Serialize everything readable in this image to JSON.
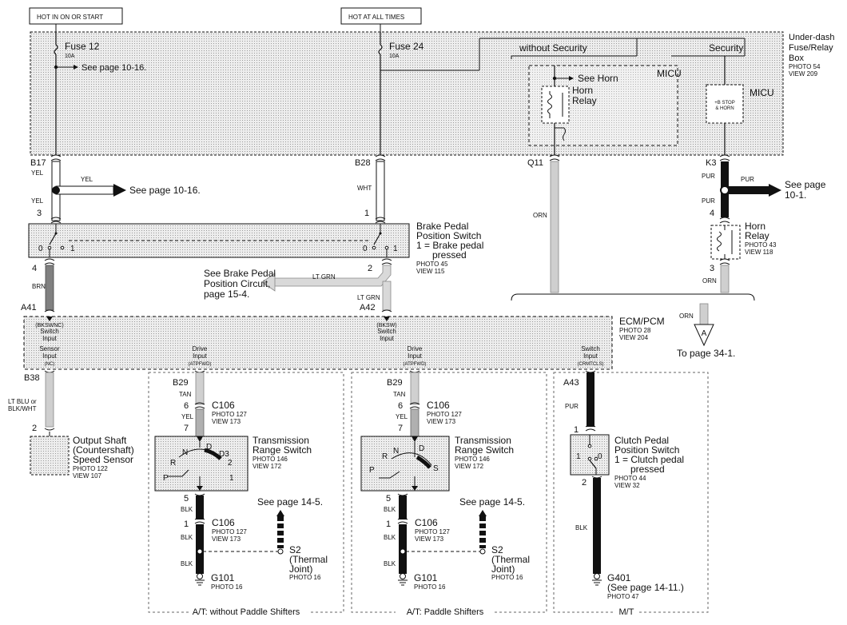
{
  "header": {
    "hot_run_start": "HOT IN ON OR START",
    "hot_all_times": "HOT AT ALL TIMES"
  },
  "fuse_box": {
    "name_1": "Under-dash",
    "name_2": "Fuse/Relay",
    "name_3": "Box",
    "photo": "PHOTO 54",
    "view": "VIEW 209",
    "fuse12": "Fuse 12",
    "fuse12_amp": "10A",
    "fuse12_ref": "See page 10-16.",
    "fuse24": "Fuse 24",
    "fuse24_amp": "10A",
    "without_security": "without Security",
    "security": "Security",
    "micu_left": "MICU",
    "micu_right": "MICU",
    "see_horn": "See Horn",
    "horn_relay_1": "Horn",
    "horn_relay_2": "Relay",
    "bstop_1": "+B STOP",
    "bstop_2": "& HORN"
  },
  "connectors": {
    "b17": "B17",
    "b28": "B28",
    "q11": "Q11",
    "k3": "K3",
    "a41": "A41",
    "a42": "A42",
    "b38": "B38",
    "a43": "A43",
    "b29_left": "B29",
    "b29_mid": "B29"
  },
  "wires": {
    "yel_top": "YEL",
    "yel_branch": "YEL",
    "yel_bottom": "YEL",
    "yel_ref": "See page 10-16.",
    "wht": "WHT",
    "orn_q11": "ORN",
    "pur_top": "PUR",
    "pur_branch": "PUR",
    "pur_bottom": "PUR",
    "pur_ref_1": "See page",
    "pur_ref_2": "10-1.",
    "orn_k3": "ORN",
    "brn": "BRN",
    "lt_grn_branch": "LT GRN",
    "lt_grn_down": "LT GRN",
    "lt_blu_1": "LT BLU or",
    "lt_blu_2": "BLK/WHT",
    "orn_out": "ORN",
    "tan_left": "TAN",
    "tan_mid": "TAN",
    "yel_left": "YEL",
    "yel_mid": "YEL",
    "blk_left_1": "BLK",
    "blk_left_2": "BLK",
    "blk_left_3": "BLK",
    "blk_mid_1": "BLK",
    "blk_mid_2": "BLK",
    "blk_mid_3": "BLK",
    "pur_mt": "PUR",
    "blk_mt": "BLK"
  },
  "brake_switch": {
    "name_1": "Brake Pedal",
    "name_2": "Position Switch",
    "name_3": "1 = Brake pedal",
    "name_4": "pressed",
    "photo": "PHOTO 45",
    "view": "VIEW 115",
    "pin_left_top": "3",
    "pin_right_top": "1",
    "pin_left_bottom": "4",
    "pin_right_bottom": "2",
    "left_0": "0",
    "left_1": "1",
    "right_0": "0",
    "right_1": "1"
  },
  "brake_ref": {
    "line_1": "See Brake Pedal",
    "line_2": "Position Circuit,",
    "line_3": "page 15-4."
  },
  "horn_relay": {
    "pin_top": "4",
    "pin_bottom": "3",
    "name_1": "Horn",
    "name_2": "Relay",
    "photo": "PHOTO 43",
    "view": "VIEW 118"
  },
  "ecm": {
    "name": "ECM/PCM",
    "photo": "PHOTO 28",
    "view": "VIEW 204",
    "bkswnc_1": "(BKSWNC)",
    "bkswnc_2": "Switch",
    "bkswnc_3": "Input",
    "bksw_1": "(BKSW)",
    "bksw_2": "Switch",
    "bksw_3": "Input",
    "sensor_1": "Sensor",
    "sensor_2": "Input",
    "sensor_3": "(NC)",
    "drive_l_1": "Drive",
    "drive_l_2": "Input",
    "drive_l_3": "(ATPFWD)",
    "drive_m_1": "Drive",
    "drive_m_2": "Input",
    "drive_m_3": "(ATPFWD)",
    "switch_1": "Switch",
    "switch_2": "Input",
    "switch_3": "(CRMTCLS)"
  },
  "offpage": {
    "symbol": "A",
    "ref": "To page 34-1."
  },
  "speed_sensor": {
    "pin": "2",
    "name_1": "Output Shaft",
    "name_2": "(Countershaft)",
    "name_3": "Speed Sensor",
    "photo": "PHOTO 122",
    "view": "VIEW 107"
  },
  "at_left": {
    "pin6": "6",
    "pin7": "7",
    "pin5": "5",
    "pin1": "1",
    "c106_top": "C106",
    "c106_top_photo": "PHOTO 127",
    "c106_top_view": "VIEW 173",
    "trs_1": "Transmission",
    "trs_2": "Range Switch",
    "trs_photo": "PHOTO 146",
    "trs_view": "VIEW 172",
    "pos_n": "N",
    "pos_d": "D",
    "pos_d3": "D3",
    "pos_r": "R",
    "pos_2": "2",
    "pos_p": "P",
    "pos_1": "1",
    "c106_bot": "C106",
    "c106_bot_photo": "PHOTO 127",
    "c106_bot_view": "VIEW 173",
    "see_page": "See page 14-5.",
    "s2_1": "S2",
    "s2_2": "(Thermal",
    "s2_3": "Joint)",
    "s2_photo": "PHOTO 16",
    "g101": "G101",
    "g101_photo": "PHOTO 16",
    "caption": "A/T: without Paddle Shifters"
  },
  "at_mid": {
    "pin6": "6",
    "pin7": "7",
    "pin5": "5",
    "pin1": "1",
    "c106_top": "C106",
    "c106_top_photo": "PHOTO 127",
    "c106_top_view": "VIEW 173",
    "trs_1": "Transmission",
    "trs_2": "Range Switch",
    "trs_photo": "PHOTO 146",
    "trs_view": "VIEW 172",
    "pos_r": "R",
    "pos_n": "N",
    "pos_d": "D",
    "pos_p": "P",
    "pos_s": "S",
    "c106_bot": "C106",
    "c106_bot_photo": "PHOTO 127",
    "c106_bot_view": "VIEW 173",
    "see_page": "See page 14-5.",
    "s2_1": "S2",
    "s2_2": "(Thermal",
    "s2_3": "Joint)",
    "s2_photo": "PHOTO 16",
    "g101": "G101",
    "g101_photo": "PHOTO 16",
    "caption": "A/T: Paddle Shifters"
  },
  "mt": {
    "pin1": "1",
    "pin2": "2",
    "name_1": "Clutch Pedal",
    "name_2": "Position Switch",
    "name_3": "1 = Clutch pedal",
    "name_4": "pressed",
    "photo": "PHOTO 44",
    "view": "VIEW 32",
    "sw_1": "1",
    "sw_0": "0",
    "g401": "G401",
    "g401_ref": "(See page 14-11.)",
    "g401_photo": "PHOTO 47",
    "caption": "M/T"
  },
  "colors": {
    "box_fill": "#e4e4e4",
    "dashed_fill": "#f0f0f0",
    "wire_dark": "#111111",
    "wire_gray": "#999999",
    "wire_light": "#cfcfcf"
  }
}
